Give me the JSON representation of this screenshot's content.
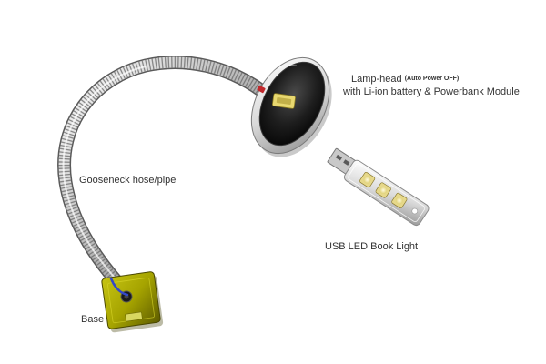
{
  "labels": {
    "lamp_head": "Lamp-head",
    "lamp_head_note": "(Auto Power OFF)",
    "lamp_head_desc": "with Li-ion battery & Powerbank Module",
    "gooseneck": "Gooseneck hose/pipe",
    "usb_light": "USB LED Book Light",
    "base": "Base"
  },
  "colors": {
    "background": "#ffffff",
    "metal_light": "#f2f2f2",
    "metal_dark": "#6e6e6e",
    "base_yellow": "#a6a400",
    "base_yellow_dark": "#5c5a00",
    "led_yellow": "#f2e9a0",
    "lamp_dark": "#1c1c1c",
    "accent_red": "#c0282c",
    "accent_blue": "#3448c8"
  }
}
